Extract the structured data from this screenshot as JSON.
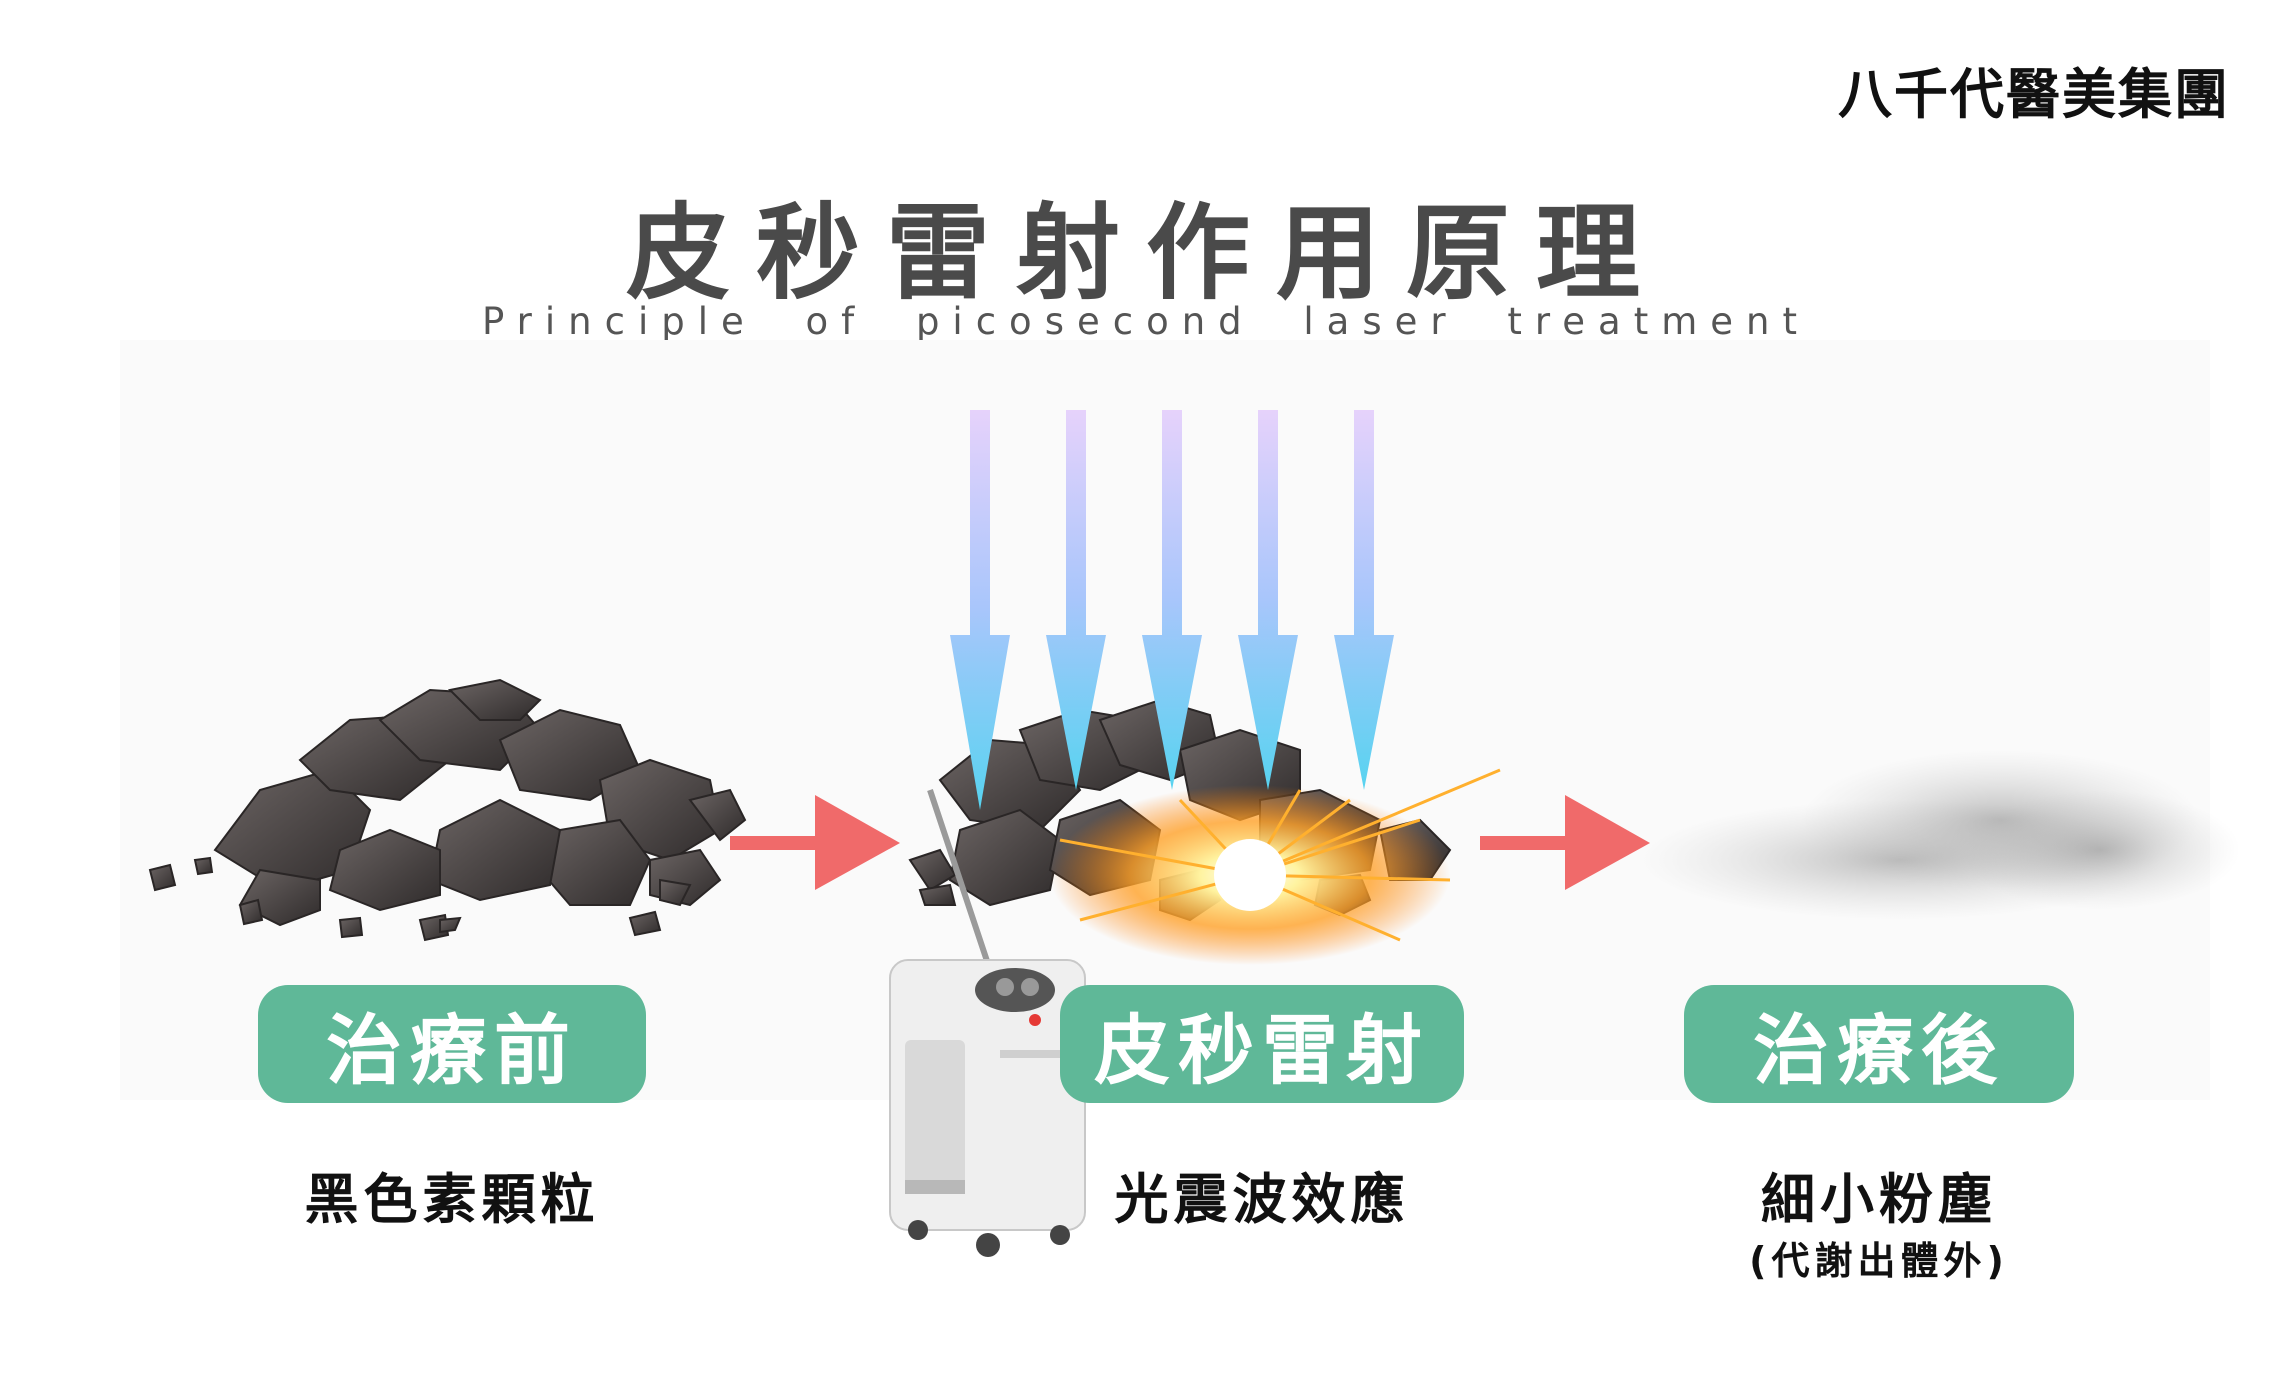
{
  "brand": "八千代醫美集團",
  "title": "皮秒雷射作用原理",
  "subtitle": "Principle of picosecond laser treatment",
  "stages": [
    {
      "label": "治療前",
      "caption": "黑色素顆粒"
    },
    {
      "label": "皮秒雷射",
      "caption": "光震波效應"
    },
    {
      "label": "治療後",
      "caption": "細小粉塵",
      "note": "(代謝出體外)"
    }
  ],
  "colors": {
    "pill": "#5fb898",
    "arrow": "#f06a6a",
    "title": "#4a4a4a"
  }
}
